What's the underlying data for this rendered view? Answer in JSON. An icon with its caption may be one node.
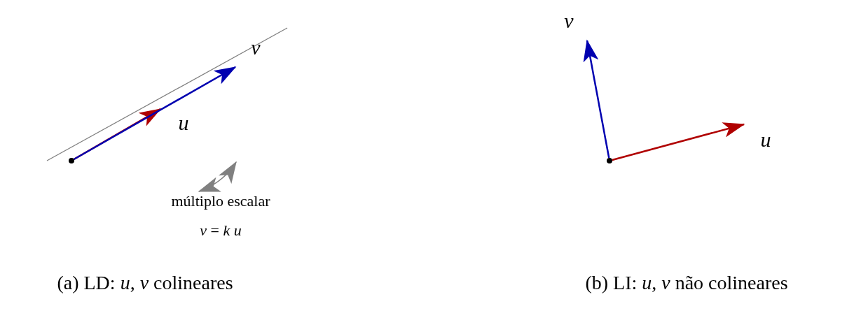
{
  "diagram": {
    "nodes": [
      {
        "text": [],
        "shape": "circle"
      },
      {
        "text": [],
        "shape": "circle"
      }
    ],
    "edges": [
      {
        "from": 0,
        "to": null,
        "arrow": "to",
        "color": "#b00000"
      },
      {
        "from": 0,
        "to": null,
        "arrow": "to",
        "color": "#0000b0"
      },
      {
        "from": 1,
        "to": null,
        "arrow": "to",
        "color": "#0000b0"
      },
      {
        "from": 1,
        "to": null,
        "arrow": "to",
        "color": "#b00000"
      }
    ],
    "labels": [
      "v",
      "u",
      "múltiplo escalar",
      "*v* = *k* *u*",
      "(a) LD: *u*, *v* colineares",
      "v",
      "u",
      "(b) LI: *u*, *v* não colineares"
    ]
  }
}
